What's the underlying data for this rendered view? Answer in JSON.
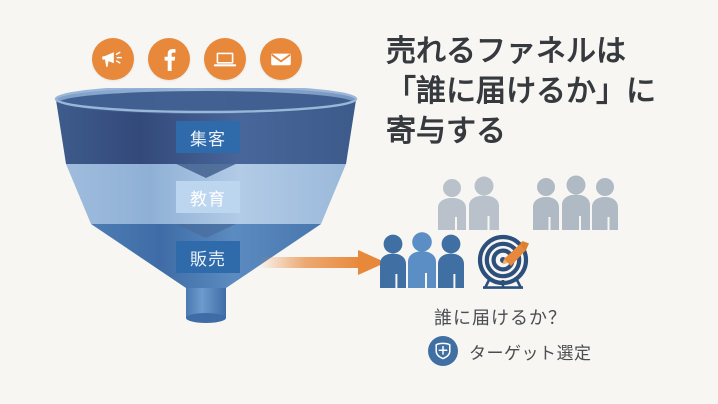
{
  "slide": {
    "background_color": "#f7f6f3",
    "headline": "売れるファネルは\n「誰に届けるか」に\n寄与する",
    "headline_color": "#36393d"
  },
  "channel_icons": {
    "accent_color": "#e8883a",
    "items": [
      {
        "name": "megaphone-icon",
        "label": "広告"
      },
      {
        "name": "facebook-icon",
        "label": "Facebook"
      },
      {
        "name": "laptop-icon",
        "label": "Web"
      },
      {
        "name": "envelope-icon",
        "label": "メール"
      }
    ]
  },
  "funnel": {
    "name": "sales-funnel",
    "stages": [
      {
        "label": "集客",
        "box_color": "#2f6aab",
        "text_color": "#eaf2fb"
      },
      {
        "label": "教育",
        "box_color": "#bcd6ef",
        "text_color": "#ffffff"
      },
      {
        "label": "販売",
        "box_color": "#2f6aab",
        "text_color": "#eaf2fb"
      }
    ],
    "band_colors": [
      "#3c5a8a",
      "#9dbcdd",
      "#4a7ab2"
    ],
    "rim_color": "#7c9cc4",
    "spout_color": "#4e80b8"
  },
  "arrow": {
    "name": "flow-arrow",
    "color": "#e8883a"
  },
  "audience": {
    "unselected_groups": [
      {
        "name": "grey-people-pair",
        "count": 2,
        "color": "#b9c2cb"
      },
      {
        "name": "grey-people-trio",
        "count": 3,
        "color": "#b0bac5"
      }
    ],
    "selected_group": {
      "name": "blue-people-trio",
      "count": 3,
      "colors": [
        "#3f6fa3",
        "#5a8ec4",
        "#3f6fa3"
      ]
    }
  },
  "target_icon": {
    "name": "target-dartboard-icon",
    "ring_color": "#2c4f7c",
    "dart_color": "#e8883a"
  },
  "caption": {
    "question": "誰に届けるか？",
    "badge_icon": "target-shield-icon",
    "badge_color": "#3f6fa3",
    "badge_label": "ターゲット選定",
    "text_color": "#4a4d52"
  }
}
